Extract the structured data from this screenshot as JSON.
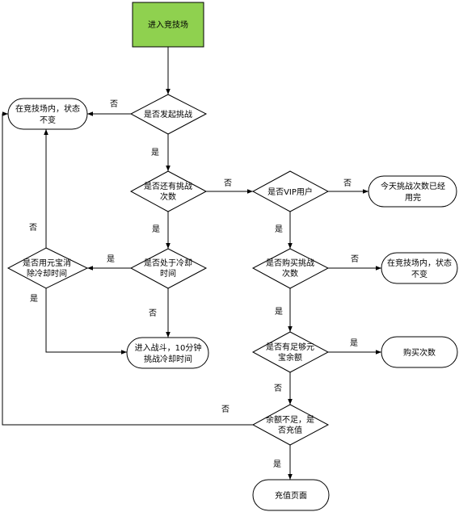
{
  "diagram": {
    "start_color": "#8fd14f",
    "nodes": {
      "enter_arena": "进入竞技场",
      "start_challenge": "是否发起挑战",
      "has_attempts_1": "是否还有挑战",
      "has_attempts_2": "次数",
      "cooldown_1": "是否处于冷却",
      "cooldown_2": "时间",
      "use_gold_1": "是否用元宝消",
      "use_gold_2": "除冷却时间",
      "stay_1": "在竞技场内，状态",
      "stay_2": "不变",
      "battle_1": "进入战斗，10分钟",
      "battle_2": "挑战冷却时间",
      "vip": "是否VIP用户",
      "used_up_1": "今天挑战次数已经",
      "used_up_2": "用完",
      "buy_1": "是否购买挑战",
      "buy_2": "次数",
      "stay_b_1": "在竞技场内，状态",
      "stay_b_2": "不变",
      "enough_1": "是否有足够元",
      "enough_2": "宝余额",
      "buy_count": "购买次数",
      "recharge_1": "余额不足，是",
      "recharge_2": "否充值",
      "recharge_page": "充值页面"
    },
    "edges": {
      "no_start": "否",
      "yes_start": "是",
      "no_attempts": "否",
      "yes_attempts": "是",
      "yes_cooldown": "是",
      "no_cooldown": "否",
      "no_gold": "否",
      "yes_gold": "是",
      "no_vip": "否",
      "yes_vip": "是",
      "no_buy": "否",
      "yes_buy": "是",
      "yes_enough": "是",
      "no_enough": "否",
      "no_recharge": "否",
      "yes_recharge": "是"
    }
  }
}
